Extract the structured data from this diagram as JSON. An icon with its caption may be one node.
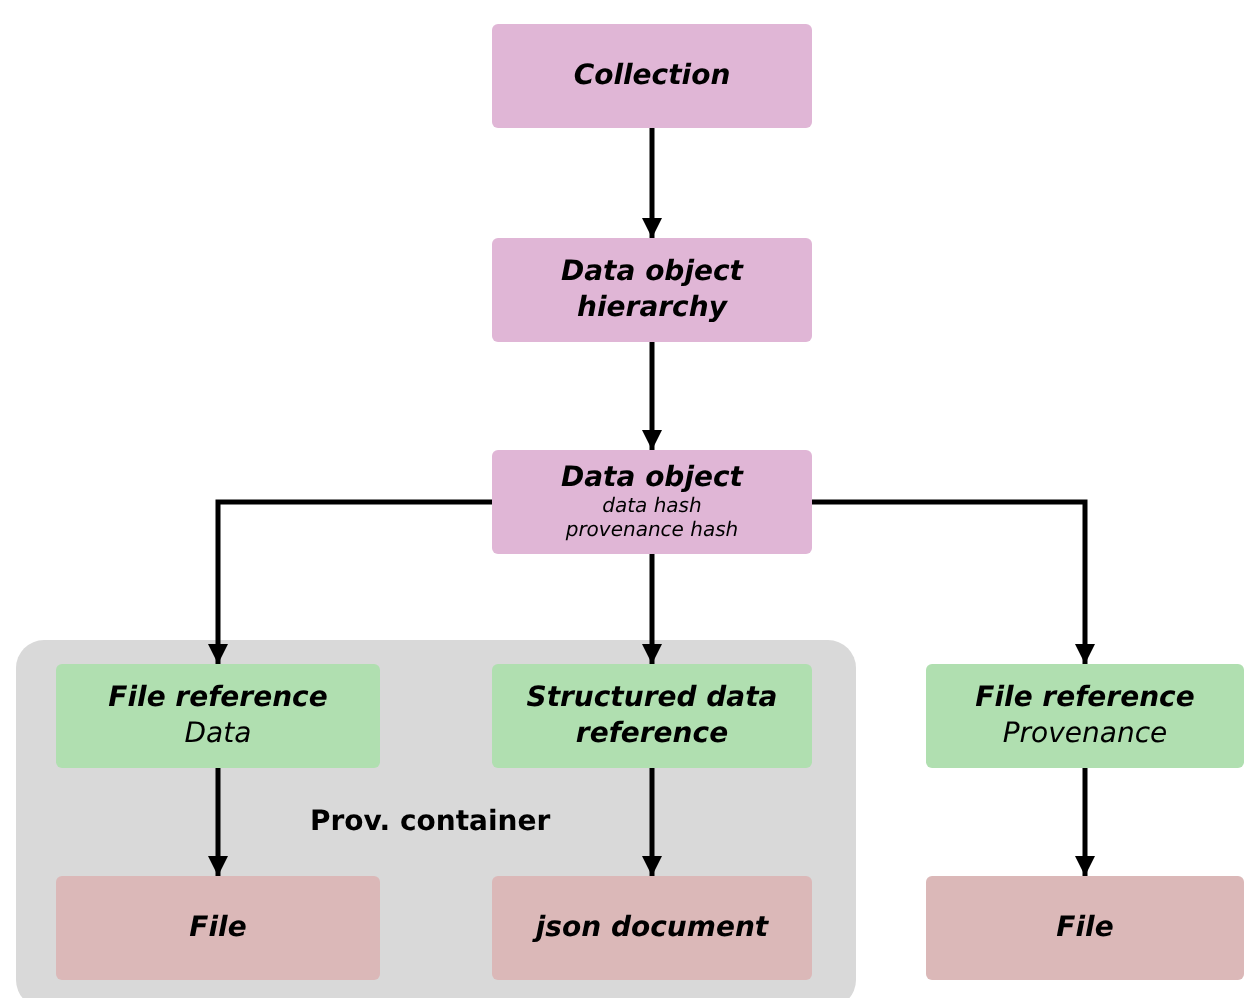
{
  "diagram": {
    "nodes": [
      {
        "text": [
          "Collection"
        ]
      },
      {
        "text": [
          "Data object hierarchy"
        ]
      },
      {
        "text": [
          "Data object",
          "data hash",
          "provenance hash"
        ]
      },
      {
        "text": [
          "Prov. container"
        ]
      },
      {
        "text": [
          "File reference",
          "Data"
        ],
        "in": 3
      },
      {
        "text": [
          "Structured data reference"
        ],
        "in": 3
      },
      {
        "text": [
          "File"
        ],
        "in": 3
      },
      {
        "text": [
          "json document"
        ],
        "in": 3
      },
      {
        "text": [
          "File reference",
          "Provenance"
        ]
      },
      {
        "text": [
          "File"
        ]
      }
    ],
    "edges": [
      {
        "from": 0,
        "to": 1,
        "arrow": "to"
      },
      {
        "from": 1,
        "to": 2,
        "arrow": "to"
      },
      {
        "from": 2,
        "to": 4,
        "arrow": "to"
      },
      {
        "from": 2,
        "to": 5,
        "arrow": "to"
      },
      {
        "from": 2,
        "to": 8,
        "arrow": "to"
      },
      {
        "from": 4,
        "to": 6,
        "arrow": "to"
      },
      {
        "from": 5,
        "to": 7,
        "arrow": "to"
      },
      {
        "from": 8,
        "to": 9,
        "arrow": "to"
      }
    ]
  }
}
